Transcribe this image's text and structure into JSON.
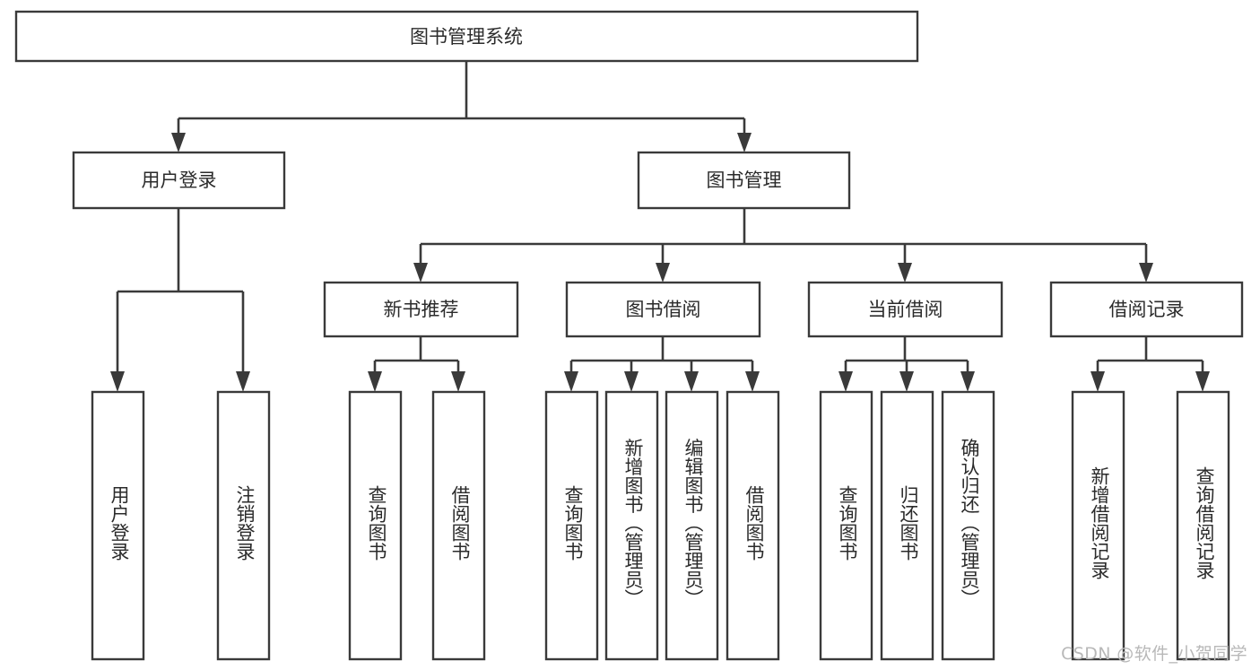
{
  "diagram": {
    "title": "图书管理系统",
    "type": "hierarchy-tree",
    "watermark": "CSDN @软件_小贺同学",
    "colors": {
      "box_stroke": "#3a3a3a",
      "box_fill": "#ffffff",
      "text": "#2b2b2b",
      "connector": "#3a3a3a",
      "watermark": "#b8b8b8",
      "background": "#ffffff"
    },
    "levels": {
      "root": {
        "label": "图书管理系统"
      },
      "level2": [
        {
          "id": "user-login",
          "label": "用户登录"
        },
        {
          "id": "book-management",
          "label": "图书管理"
        }
      ],
      "level3": [
        {
          "id": "new-book-recommend",
          "label": "新书推荐",
          "parent": "book-management"
        },
        {
          "id": "book-borrow",
          "label": "图书借阅",
          "parent": "book-management"
        },
        {
          "id": "current-borrow",
          "label": "当前借阅",
          "parent": "book-management"
        },
        {
          "id": "borrow-record",
          "label": "借阅记录",
          "parent": "book-management"
        }
      ],
      "leaves": [
        {
          "id": "leaf-user-login",
          "label": "用户登录",
          "parent": "user-login"
        },
        {
          "id": "leaf-logout-login",
          "label": "注销登录",
          "parent": "user-login"
        },
        {
          "id": "leaf-query-book-1",
          "label": "查询图书",
          "parent": "new-book-recommend"
        },
        {
          "id": "leaf-borrow-book-1",
          "label": "借阅图书",
          "parent": "new-book-recommend"
        },
        {
          "id": "leaf-query-book-2",
          "label": "查询图书",
          "parent": "book-borrow"
        },
        {
          "id": "leaf-add-book",
          "label": "新增图书（管理员）",
          "parent": "book-borrow"
        },
        {
          "id": "leaf-edit-book",
          "label": "编辑图书（管理员）",
          "parent": "book-borrow"
        },
        {
          "id": "leaf-borrow-book-2",
          "label": "借阅图书",
          "parent": "book-borrow"
        },
        {
          "id": "leaf-query-book-3",
          "label": "查询图书",
          "parent": "current-borrow"
        },
        {
          "id": "leaf-return-book",
          "label": "归还图书",
          "parent": "current-borrow"
        },
        {
          "id": "leaf-confirm-return",
          "label": "确认归还（管理员）",
          "parent": "current-borrow"
        },
        {
          "id": "leaf-add-borrow-record",
          "label": "新增借阅记录",
          "parent": "borrow-record"
        },
        {
          "id": "leaf-query-borrow-record",
          "label": "查询借阅记录",
          "parent": "borrow-record"
        }
      ]
    }
  }
}
